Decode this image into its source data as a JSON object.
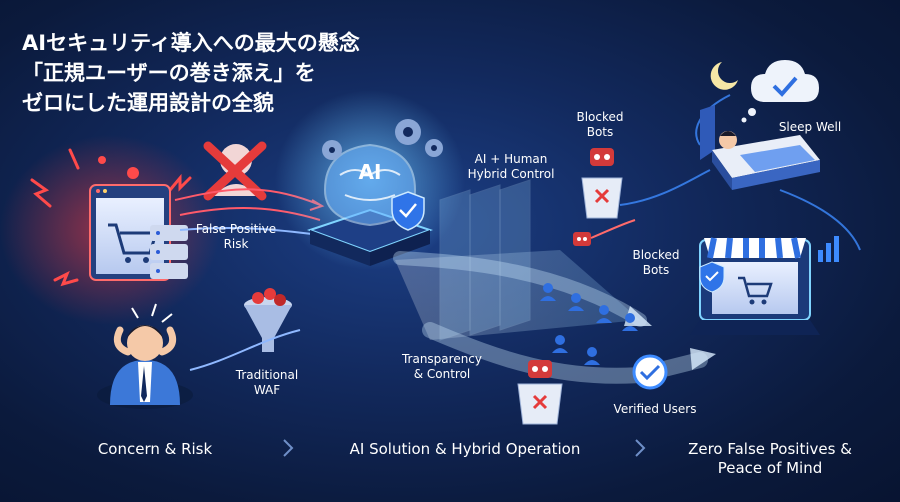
{
  "title": {
    "line1": "AIセキュリティ導入への最大の懸念",
    "line2": "「正規ユーザーの巻き添え」を",
    "line3": "ゼロにした運用設計の全貌"
  },
  "labels": {
    "false_positive_risk": "False Positive Risk",
    "traditional_waf": "Traditional WAF",
    "ai_badge": "AI",
    "ai_human_hybrid": "AI + Human Hybrid Control",
    "blocked_bots_top": "Blocked Bots",
    "blocked_bots_mid": "Blocked Bots",
    "transparency_control": "Transparency & Control",
    "verified_users": "Verified Users",
    "sleep_well": "Sleep Well"
  },
  "stages": [
    {
      "label": "Concern & Risk"
    },
    {
      "label": "AI Solution & Hybrid Operation"
    },
    {
      "label": "Zero False Positives & Peace of Mind"
    }
  ],
  "colors": {
    "background": "#0b1a3c",
    "risk_red": "#e53b3b",
    "accent_blue": "#3d8bff",
    "glow_cyan": "#7fd4ff",
    "text": "#ffffff"
  }
}
